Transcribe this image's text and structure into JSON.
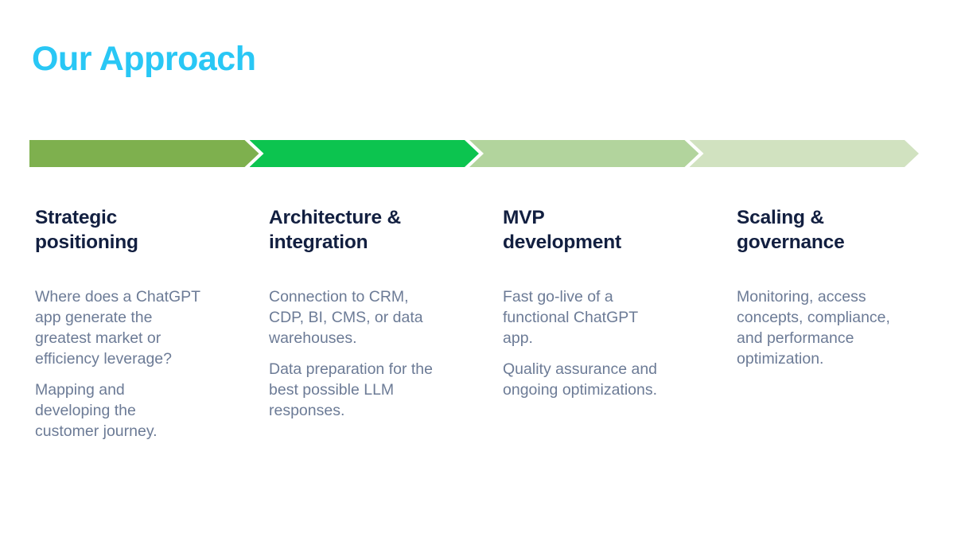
{
  "title": {
    "text": "Our Approach",
    "color": "#29C7F5"
  },
  "process_bar": {
    "segments": [
      {
        "name": "strategic-positioning",
        "color": "#7EB04E"
      },
      {
        "name": "architecture-integration",
        "color": "#0CC44F"
      },
      {
        "name": "mvp-development",
        "color": "#B2D49D"
      },
      {
        "name": "scaling-governance",
        "color": "#D1E2C0"
      }
    ]
  },
  "steps": [
    {
      "heading": "Strategic\npositioning",
      "paragraphs": [
        "Where does a ChatGPT\napp generate the\ngreatest market or\nefficiency leverage?",
        "Mapping and\ndeveloping the\ncustomer journey."
      ]
    },
    {
      "heading": "Architecture &\nintegration",
      "paragraphs": [
        "Connection to CRM,\nCDP, BI, CMS, or data\nwarehouses.",
        "Data preparation for the\nbest possible LLM\nresponses."
      ]
    },
    {
      "heading": "MVP\ndevelopment",
      "paragraphs": [
        "Fast go-live of a\nfunctional ChatGPT\napp.",
        "Quality assurance and\nongoing optimizations."
      ]
    },
    {
      "heading": "Scaling &\ngovernance",
      "paragraphs": [
        "Monitoring, access\nconcepts, compliance,\nand performance\noptimization."
      ]
    }
  ],
  "colors": {
    "background": "#FFFFFF",
    "heading_text": "#121F40",
    "body_text": "#6C7B96"
  }
}
